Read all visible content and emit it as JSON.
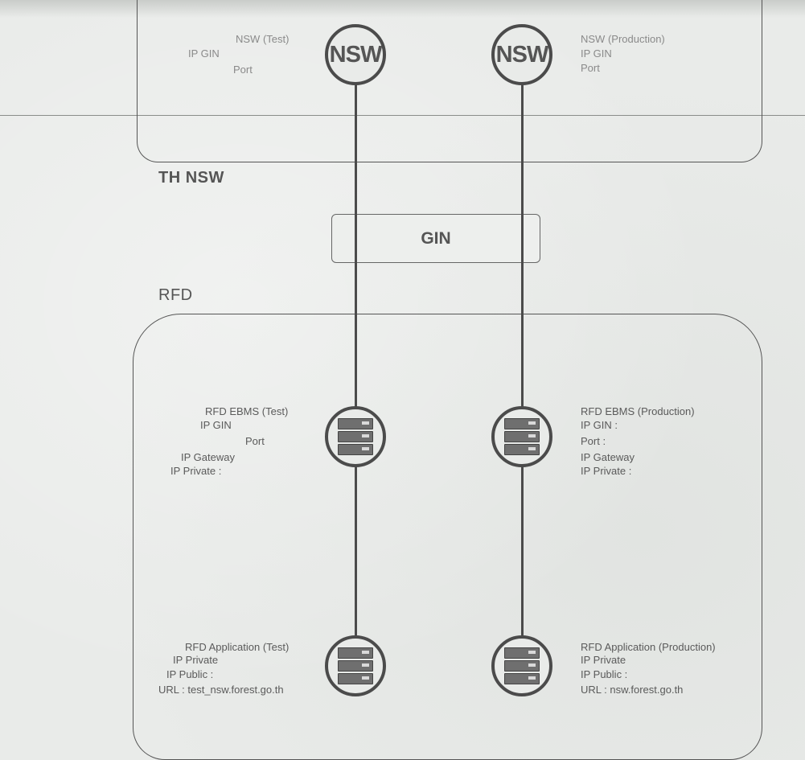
{
  "zones": {
    "th_nsw": "TH NSW",
    "gin": "GIN",
    "rfd": "RFD"
  },
  "nsw_test": {
    "node": "NSW",
    "title": "NSW (Test)",
    "ip_gin": "IP GIN",
    "port": "Port"
  },
  "nsw_prod": {
    "node": "NSW",
    "title": "NSW (Production)",
    "ip_gin": "IP GIN",
    "port": "Port"
  },
  "ebms_test": {
    "icon": "server-icon",
    "title": "RFD EBMS (Test)",
    "ip_gin": "IP GIN",
    "port": "Port",
    "ip_gateway": "IP Gateway",
    "ip_private": "IP Private :"
  },
  "ebms_prod": {
    "icon": "server-icon",
    "title": "RFD EBMS (Production)",
    "ip_gin": "IP GIN :",
    "port": "Port :",
    "ip_gateway": "IP Gateway",
    "ip_private": "IP Private :"
  },
  "app_test": {
    "icon": "server-icon",
    "title": "RFD Application (Test)",
    "ip_private": "IP Private",
    "ip_public": "IP Public :",
    "url": "URL : test_nsw.forest.go.th"
  },
  "app_prod": {
    "icon": "server-icon",
    "title": "RFD Application (Production)",
    "ip_private": "IP Private",
    "ip_public": "IP Public :",
    "url": "URL : nsw.forest.go.th"
  },
  "colors": {
    "line": "#4b4b4b",
    "paper": "#e9ebe9",
    "text": "#5a5a5a"
  }
}
